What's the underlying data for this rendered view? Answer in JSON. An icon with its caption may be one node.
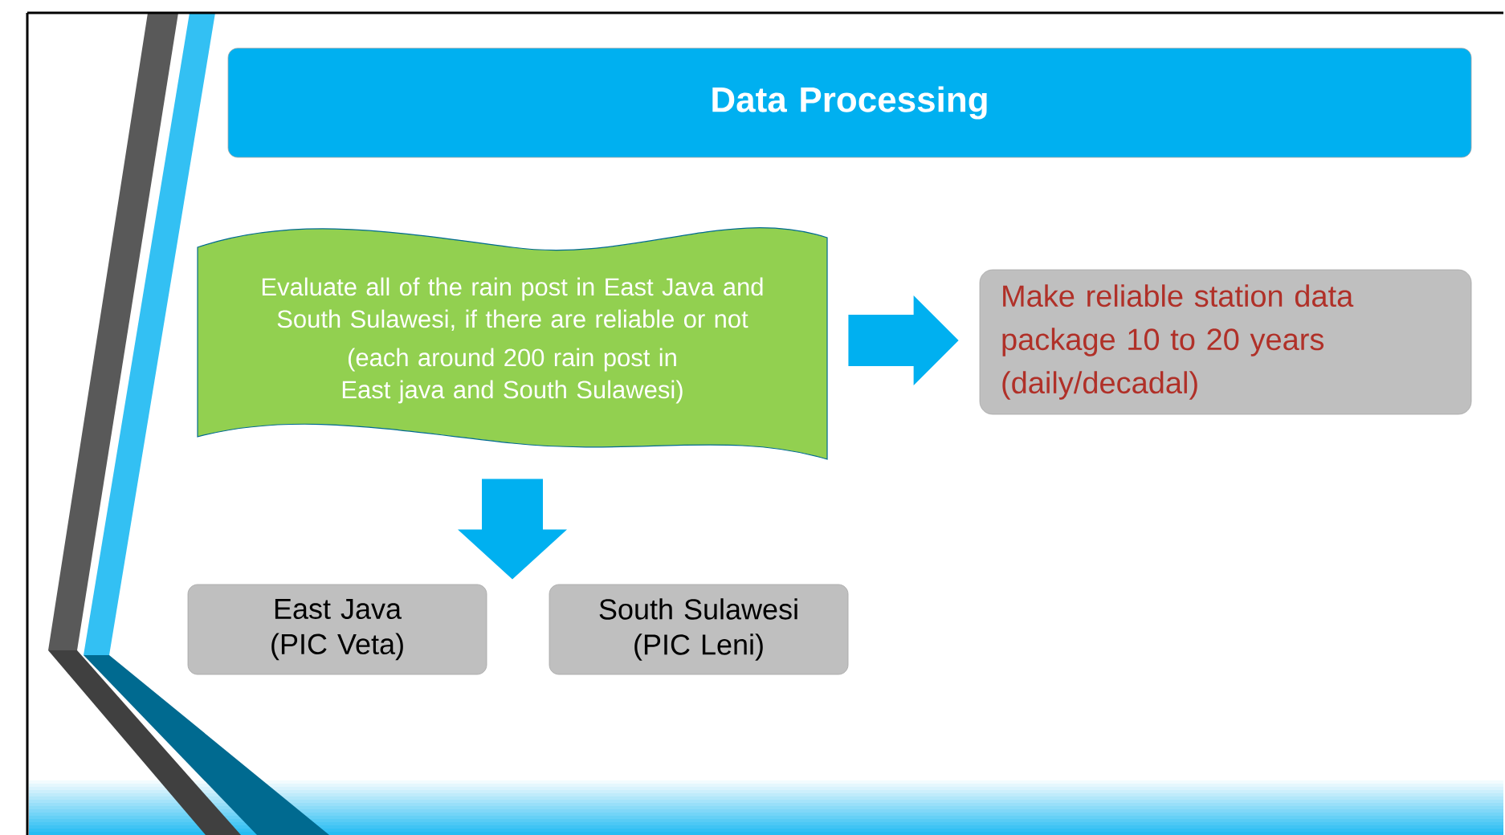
{
  "diagram": {
    "nodes": [
      {
        "text": [
          "Data Processing"
        ]
      },
      {
        "text": [
          "Evaluate all of the rain post in East Java and South Sulawesi, if there are reliable or not",
          "(each around 200 rain post in East java and South Sulawesi)"
        ]
      },
      {
        "text": [
          "Make reliable station data package 10 to 20 years (daily/decadal)"
        ]
      },
      {
        "text": [
          "East Java (PIC Veta)"
        ]
      },
      {
        "text": [
          "South Sulawesi (PIC Leni)"
        ]
      }
    ],
    "edges": [
      {
        "from": 1,
        "to": 2,
        "arrow": "to"
      },
      {
        "from": 1,
        "to": 3,
        "arrow": "to"
      },
      {
        "from": 1,
        "to": 4,
        "arrow": "to"
      }
    ]
  }
}
